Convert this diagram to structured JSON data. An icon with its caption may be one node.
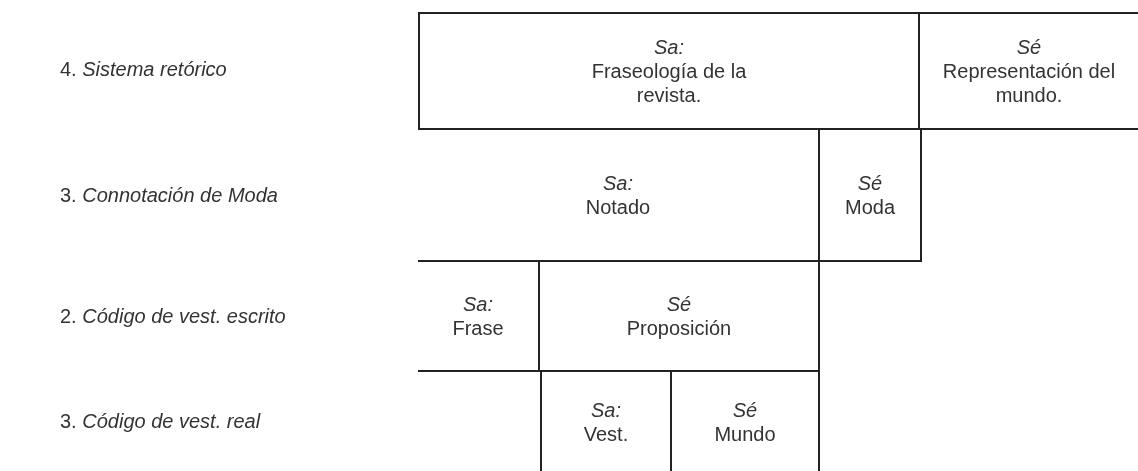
{
  "diagram": {
    "nodes": [
      {
        "text": [
          "Sa:",
          "Fraseología de la revista."
        ]
      },
      {
        "text": [
          "Sé",
          "Representación del mundo."
        ]
      },
      {
        "text": [
          "Sa:",
          "Notado"
        ]
      },
      {
        "text": [
          "Sé",
          "Moda"
        ]
      },
      {
        "text": [
          "Sa:",
          "Frase"
        ]
      },
      {
        "text": [
          "Sé",
          "Proposición"
        ]
      },
      {
        "text": [
          "Sa:",
          "Vest."
        ]
      },
      {
        "text": [
          "Sé",
          "Mundo"
        ]
      }
    ],
    "labels": [
      "4. *Sistema retórico*",
      "3. *Connotación de Moda*",
      "2. *Código de vest. escrito*",
      "3. *Código de vest. real*"
    ]
  }
}
